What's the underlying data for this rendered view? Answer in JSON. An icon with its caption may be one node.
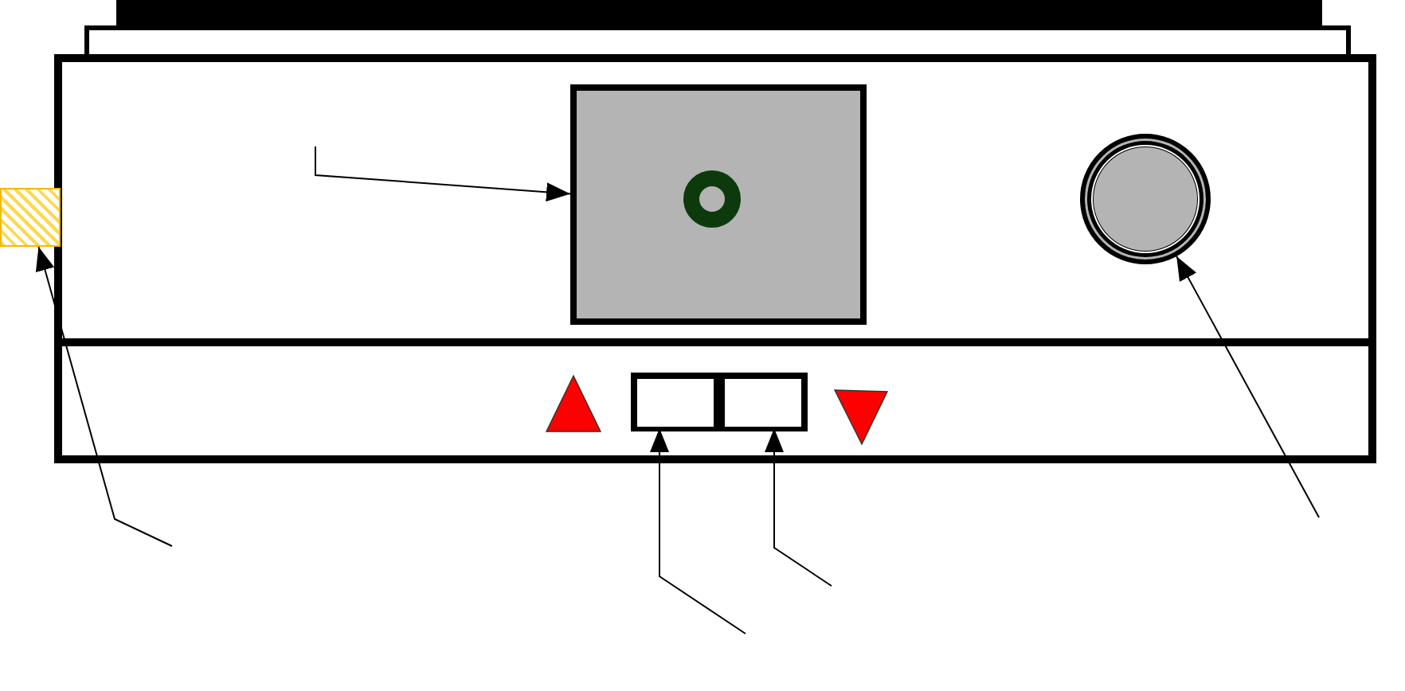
{
  "diagram": {
    "nodes": [
      {
        "text": [],
        "shape": "box"
      },
      {
        "text": [],
        "shape": "box"
      },
      {
        "text": [],
        "shape": "box"
      },
      {
        "text": [],
        "shape": "box"
      },
      {
        "text": [],
        "shape": "circle"
      }
    ],
    "edges": [
      {
        "from": null,
        "to": 0,
        "arrow": "to"
      },
      {
        "from": null,
        "to": 1,
        "arrow": "to"
      },
      {
        "from": null,
        "to": 2,
        "arrow": "to"
      },
      {
        "from": null,
        "to": 3,
        "arrow": "to"
      },
      {
        "from": null,
        "to": 4,
        "arrow": "to"
      }
    ]
  }
}
